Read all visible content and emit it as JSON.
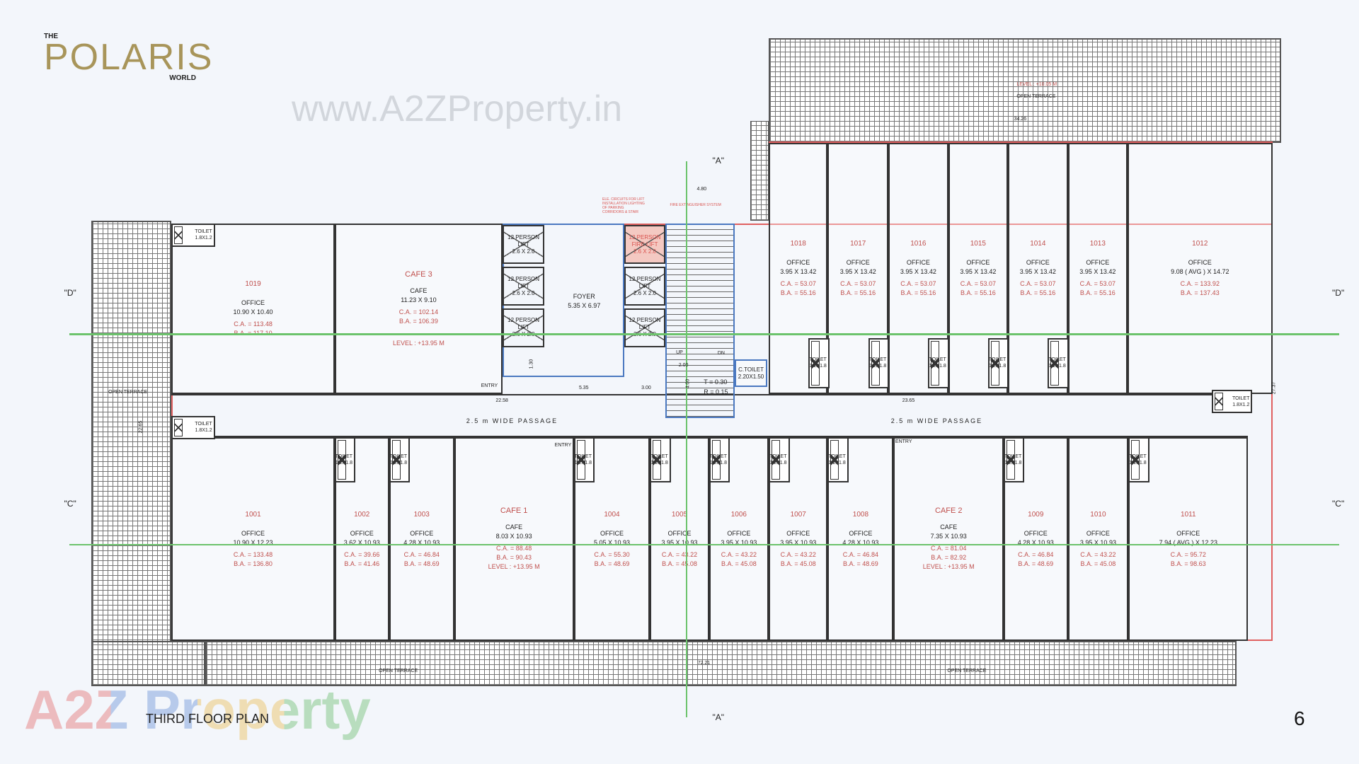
{
  "logo": {
    "the": "THE",
    "name": "POLARIS",
    "world": "WORLD",
    "color": "#a8955a"
  },
  "watermark_url": "www.A2ZProperty.in",
  "watermark_logo": "A2Z Property",
  "plan_title": "THIRD FLOOR PLAN",
  "page_number": "6",
  "colors": {
    "boundary": "#e06060",
    "wall": "#333333",
    "section_line": "#6cc36c",
    "area_text": "#c0504d",
    "core_outline": "#4a78c0"
  },
  "section_marks": {
    "a_top": "\"A\"",
    "a_bottom": "\"A\"",
    "d_left": "\"D\"",
    "d_right": "\"D\"",
    "c_left": "\"C\"",
    "c_right": "\"C\""
  },
  "upper_rooms": [
    {
      "unit": "1019",
      "type": "OFFICE",
      "dims": "10.90 X 10.40",
      "ca": "C.A. = 113.48",
      "ba": "B.A. = 117.10"
    },
    {
      "unit": "CAFE 3",
      "type": "CAFE",
      "dims": "11.23 X 9.10",
      "ca": "C.A. = 102.14",
      "ba": "B.A. = 106.39",
      "level": "LEVEL : +13.95 M"
    },
    {
      "unit": "1018",
      "type": "OFFICE",
      "dims": "3.95 X 13.42",
      "ca": "C.A. = 53.07",
      "ba": "B.A. = 55.16"
    },
    {
      "unit": "1017",
      "type": "OFFICE",
      "dims": "3.95 X 13.42",
      "ca": "C.A. = 53.07",
      "ba": "B.A. = 55.16"
    },
    {
      "unit": "1016",
      "type": "OFFICE",
      "dims": "3.95 X 13.42",
      "ca": "C.A. = 53.07",
      "ba": "B.A. = 55.16"
    },
    {
      "unit": "1015",
      "type": "OFFICE",
      "dims": "3.95 X 13.42",
      "ca": "C.A. = 53.07",
      "ba": "B.A. = 55.16"
    },
    {
      "unit": "1014",
      "type": "OFFICE",
      "dims": "3.95 X 13.42",
      "ca": "C.A. = 53.07",
      "ba": "B.A. = 55.16"
    },
    {
      "unit": "1013",
      "type": "OFFICE",
      "dims": "3.95 X 13.42",
      "ca": "C.A. = 53.07",
      "ba": "B.A. = 55.16"
    },
    {
      "unit": "1012",
      "type": "OFFICE",
      "dims": "9.08 ( AVG ) X 14.72",
      "ca": "C.A. = 133.92",
      "ba": "B.A. = 137.43"
    }
  ],
  "lower_rooms": [
    {
      "unit": "1001",
      "type": "OFFICE",
      "dims": "10.90 X 12.23",
      "ca": "C.A. = 133.48",
      "ba": "B.A. = 136.80"
    },
    {
      "unit": "1002",
      "type": "OFFICE",
      "dims": "3.62 X 10.93",
      "ca": "C.A. = 39.66",
      "ba": "B.A. = 41.46"
    },
    {
      "unit": "1003",
      "type": "OFFICE",
      "dims": "4.28 X 10.93",
      "ca": "C.A. = 46.84",
      "ba": "B.A. = 48.69"
    },
    {
      "unit": "CAFE 1",
      "type": "CAFE",
      "dims": "8.03 X 10.93",
      "ca": "C.A. = 88.48",
      "ba": "B.A. = 90.43",
      "level": "LEVEL : +13.95 M"
    },
    {
      "unit": "1004",
      "type": "OFFICE",
      "dims": "5.05 X 10.93",
      "ca": "C.A. = 55.30",
      "ba": "B.A. = 48.69"
    },
    {
      "unit": "1005",
      "type": "OFFICE",
      "dims": "3.95 X 10.93",
      "ca": "C.A. = 43.22",
      "ba": "B.A. = 45.08"
    },
    {
      "unit": "1006",
      "type": "OFFICE",
      "dims": "3.95 X 10.93",
      "ca": "C.A. = 43.22",
      "ba": "B.A. = 45.08"
    },
    {
      "unit": "1007",
      "type": "OFFICE",
      "dims": "3.95 X 10.93",
      "ca": "C.A. = 43.22",
      "ba": "B.A. = 45.08"
    },
    {
      "unit": "1008",
      "type": "OFFICE",
      "dims": "4.28 X 10.93",
      "ca": "C.A. = 46.84",
      "ba": "B.A. = 48.69"
    },
    {
      "unit": "CAFE 2",
      "type": "CAFE",
      "dims": "7.35 X 10.93",
      "ca": "C.A. = 81.04",
      "ba": "B.A. = 82.92",
      "level": "LEVEL : +13.95 M"
    },
    {
      "unit": "1009",
      "type": "OFFICE",
      "dims": "4.28 X 10.93",
      "ca": "C.A. = 46.84",
      "ba": "B.A. = 48.69"
    },
    {
      "unit": "1010",
      "type": "OFFICE",
      "dims": "3.95 X 10.93",
      "ca": "C.A. = 43.22",
      "ba": "B.A. = 45.08"
    },
    {
      "unit": "1011",
      "type": "OFFICE",
      "dims": "7.94 ( AVG ) X 12.23",
      "ca": "C.A. = 95.72",
      "ba": "B.A. = 98.63"
    }
  ],
  "core": {
    "foyer": "FOYER",
    "foyer_dims": "5.35 X 6.97",
    "lifts": [
      {
        "name": "12 PERSON LIFT",
        "dims": "2.6 X 2.0"
      },
      {
        "name": "12 PERSON LIFT",
        "dims": "2.6 X 2.0"
      },
      {
        "name": "12 PERSON LIFT",
        "dims": "2.6 X 2.0"
      },
      {
        "name": "12 PERSON FIRE LIFT",
        "dims": "2.6 X 2.0"
      },
      {
        "name": "12 PERSON LIFT",
        "dims": "2.6 X 2.0"
      },
      {
        "name": "12 PERSON LIFT",
        "dims": "2.6 X 2.0"
      }
    ],
    "c_toilet": "C.TOILET",
    "c_toilet_dims": "2.20X1.50",
    "stair_note_1": "T = 0.30",
    "stair_note_2": "R = 0.15",
    "ele_note": "ELE. CIRCUITS FOR LIFT INSTALLATION LIGHTING OF PARKING CORRIDORS & STAIR",
    "fire_note": "FIRE EXTINGUISHER SYSTEM"
  },
  "toilets": {
    "large": {
      "name": "TOILET",
      "dims": "1.8X1.2"
    },
    "small": {
      "name": "TOILET",
      "dims": "1.2X1.8"
    }
  },
  "labels": {
    "passage": "2.5 m WIDE PASSAGE",
    "open_terrace": "OPEN TERRACE",
    "entry": "ENTRY",
    "top_terrace_level": "LEVEL : +10.05 M",
    "dim_top": "34.26",
    "dim_bottom": "72.21",
    "dim_left_passage": "22.58",
    "dim_right_passage": "23.65",
    "dim_right": "27.37",
    "dim_left": "22.65",
    "dim_foyer": "5.35",
    "dim_300": "3.00",
    "dim_130": "1.30",
    "dim_480": "4.80",
    "dim_400": "4.00",
    "dim_200": "2.00",
    "up": "UP",
    "dn": "DN"
  }
}
